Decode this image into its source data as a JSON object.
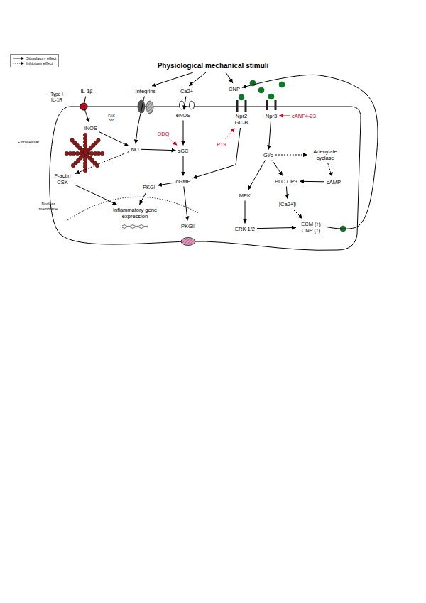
{
  "diagram": {
    "title": "Physiological mechanical stimuli",
    "nodes": [
      {
        "text": [
          "IL-1β"
        ]
      },
      {
        "text": [
          "Integrins"
        ]
      },
      {
        "text": [
          "Ca2+"
        ]
      },
      {
        "text": [
          "CNP"
        ]
      },
      {
        "text": [
          "Npr2 GC-B"
        ]
      },
      {
        "text": [
          "Npr3"
        ]
      },
      {
        "text": [
          "cANF4-23"
        ]
      },
      {
        "text": [
          "iNOS"
        ]
      },
      {
        "text": [
          "eNOS"
        ]
      },
      {
        "text": [
          "ODQ"
        ]
      },
      {
        "text": [
          "P19"
        ]
      },
      {
        "text": [
          "NO"
        ]
      },
      {
        "text": [
          "sGC"
        ]
      },
      {
        "text": [
          "Gi/o"
        ]
      },
      {
        "text": [
          "Adenylate cyclase"
        ]
      },
      {
        "text": [
          "F-actin CSK"
        ]
      },
      {
        "text": [
          "cGMP"
        ]
      },
      {
        "text": [
          "PLC / IP3"
        ]
      },
      {
        "text": [
          "cAMP"
        ]
      },
      {
        "text": [
          "MEK"
        ]
      },
      {
        "text": [
          "PKGI"
        ]
      },
      {
        "text": [
          "[Ca2+]i"
        ]
      },
      {
        "text": [
          "Inflammatory gene expression"
        ]
      },
      {
        "text": [
          "PKGII"
        ]
      },
      {
        "text": [
          "ERK 1/2"
        ]
      },
      {
        "text": [
          "ECM (↑) CNP (↑)"
        ]
      }
    ],
    "edges": [
      {
        "from": 0,
        "to": 7,
        "arrow": "to"
      },
      {
        "from": 1,
        "to": 11,
        "arrow": "to"
      },
      {
        "from": 2,
        "to": 8,
        "arrow": "to"
      },
      {
        "from": 8,
        "to": 12,
        "arrow": "to"
      },
      {
        "from": 11,
        "to": 12,
        "arrow": "to"
      },
      {
        "from": 7,
        "to": 11,
        "arrow": "to"
      },
      {
        "from": 11,
        "to": 15,
        "arrow": "to"
      },
      {
        "from": 9,
        "to": 12,
        "arrow": "to"
      },
      {
        "from": 10,
        "to": 4,
        "arrow": "to"
      },
      {
        "from": 12,
        "to": 16,
        "arrow": "to"
      },
      {
        "from": 4,
        "to": 16,
        "arrow": "to"
      },
      {
        "from": 16,
        "to": 20,
        "arrow": "to"
      },
      {
        "from": 16,
        "to": 23,
        "arrow": "to"
      },
      {
        "from": 20,
        "to": 22,
        "arrow": "to"
      },
      {
        "from": 15,
        "to": 22,
        "arrow": "to"
      },
      {
        "from": 6,
        "to": 5,
        "arrow": "to"
      },
      {
        "from": 5,
        "to": 13,
        "arrow": "to"
      },
      {
        "from": 13,
        "to": 14,
        "arrow": "to"
      },
      {
        "from": 14,
        "to": 18,
        "arrow": "to"
      },
      {
        "from": 18,
        "to": 17,
        "arrow": "to"
      },
      {
        "from": 13,
        "to": 17,
        "arrow": "to"
      },
      {
        "from": 13,
        "to": 19,
        "arrow": "to"
      },
      {
        "from": 19,
        "to": 24,
        "arrow": "to"
      },
      {
        "from": 17,
        "to": 21,
        "arrow": "to"
      },
      {
        "from": 21,
        "to": 25,
        "arrow": "to"
      },
      {
        "from": 24,
        "to": 25,
        "arrow": "to"
      },
      {
        "from": 25,
        "to": 3,
        "arrow": "to"
      }
    ],
    "labels": [
      "Type I IL-1R",
      "FAK Src",
      "Extracellular",
      "Nuclear membrane"
    ],
    "legend": [
      {
        "text": "Stimulatory effect"
      },
      {
        "text": "Inhibitory effect"
      }
    ]
  }
}
